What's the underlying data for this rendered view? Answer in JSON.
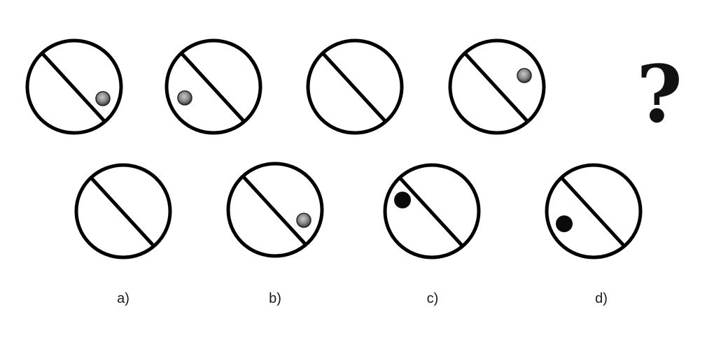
{
  "puzzle": {
    "question_mark": "?",
    "sequence": [
      {
        "dot": "lower-right-gray"
      },
      {
        "dot": "left-gray"
      },
      {
        "dot": "none"
      },
      {
        "dot": "upper-right-gray"
      }
    ],
    "options": [
      {
        "label": "a)",
        "dot": "none"
      },
      {
        "label": "b)",
        "dot": "lower-right-gray"
      },
      {
        "label": "c)",
        "dot": "upper-left-black"
      },
      {
        "label": "d)",
        "dot": "lower-left-black"
      }
    ]
  },
  "colors": {
    "stroke": "#000000",
    "dot_gray_center": "#b8b8b8",
    "dot_gray_edge": "#555555",
    "dot_black": "#0a0a0a",
    "background": "#ffffff"
  }
}
